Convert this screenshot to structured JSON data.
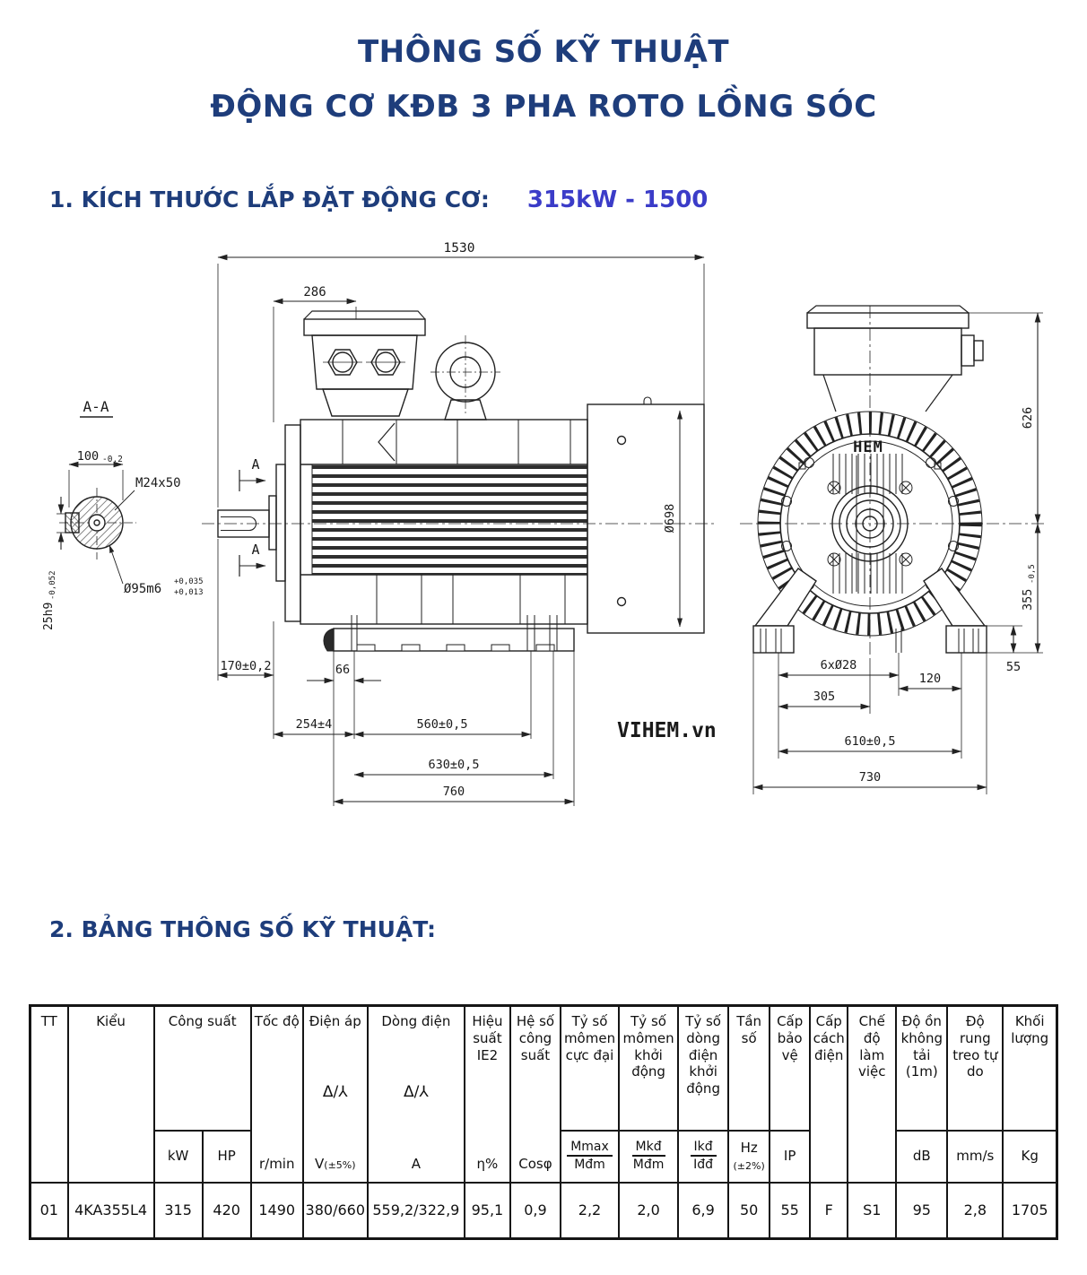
{
  "doc": {
    "title1": "THÔNG SỐ KỸ THUẬT",
    "title2": "ĐỘNG CƠ KĐB 3 PHA ROTO LỒNG SÓC",
    "section1": "1. KÍCH THƯỚC LẮP ĐẶT ĐỘNG CƠ:",
    "motor_spec": "315kW - 1500",
    "section2": "2. BẢNG THÔNG SỐ KỸ THUẬT:",
    "watermark": "VIHEM.vn"
  },
  "colors": {
    "heading_navy": "#1e3d7b",
    "spec_blue": "#3b3cc8",
    "drawing_line": "#222222",
    "watermark_gray": "#c9cdd9",
    "logo_green": "#1d4f2e"
  },
  "drawing": {
    "view_label": "A-A",
    "section_marker": "A",
    "logo": "HEM",
    "d_overall": "1530",
    "d_box": "286",
    "d_shaft_ext": "100",
    "d_shaft_ext_tol": "-0.2",
    "d_key": "M24x50",
    "d_shaft_dia": "Ø95m6",
    "d_shaft_dia_tol_up": "+0,035",
    "d_shaft_dia_tol_dn": "+0,013",
    "d_key_h": "25h9",
    "d_key_h_tol": "-0,052",
    "d_shaft_len": "170±0,2",
    "d_66": "66",
    "d_254": "254±4",
    "d_560": "560±0,5",
    "d_630": "630±0,5",
    "d_760": "760",
    "d_body_dia": "Ø698",
    "d_626": "626",
    "d_355": "355",
    "d_355_tol": "-0,5",
    "d_55": "55",
    "d_holes": "6xØ28",
    "d_305": "305",
    "d_120": "120",
    "d_610": "610±0,5",
    "d_730": "730"
  },
  "table": {
    "headers": {
      "tt": "TT",
      "kieu": "Kiểu",
      "cong_suat": "Công suất",
      "toc_do": "Tốc độ",
      "dien_ap": "Điện áp",
      "dong_dien": "Dòng điện",
      "hieu_suat": "Hiệu suất IE2",
      "he_so": "Hệ số công suất",
      "ty_so_momen_cuc_dai": "Tỷ số mômen cực đại",
      "ty_so_momen_khoi_dong": "Tỷ số mômen khởi động",
      "ty_so_dong_dien": "Tỷ số dòng điện khởi động",
      "tan_so": "Tần số",
      "cap_bao_ve": "Cấp bảo vệ",
      "cap_cach_dien": "Cấp cách điện",
      "che_do": "Chế độ làm việc",
      "do_on": "Độ ồn không tải (1m)",
      "do_rung": "Độ rung treo tự do",
      "khoi_luong": "Khối lượng"
    },
    "units": {
      "delta_wye": "Δ/⅄",
      "kw": "kW",
      "hp": "HP",
      "rmin": "r/min",
      "v_main": "V",
      "v_tol": "(±5%)",
      "a": "A",
      "eta": "η%",
      "cos": "Cosφ",
      "mmax_num": "Mmax",
      "mmax_den": "Mđm",
      "mkd_num": "Mkđ",
      "mkd_den": "Mđm",
      "ikd_num": "Ikđ",
      "ikd_den": "Iđđ",
      "hz": "Hz",
      "hz_tol": "(±2%)",
      "ip": "IP",
      "db": "dB",
      "mms": "mm/s",
      "kg": "Kg"
    },
    "row": {
      "tt": "01",
      "kieu": "4KA355L4",
      "kw": "315",
      "hp": "420",
      "rmin": "1490",
      "v": "380/660",
      "a": "559,2/322,9",
      "eta": "95,1",
      "cos": "0,9",
      "mmax": "2,2",
      "mkd": "2,0",
      "ikd": "6,9",
      "hz": "50",
      "ip": "55",
      "cach_dien": "F",
      "che_do": "S1",
      "db": "95",
      "mms": "2,8",
      "kg": "1705"
    }
  }
}
